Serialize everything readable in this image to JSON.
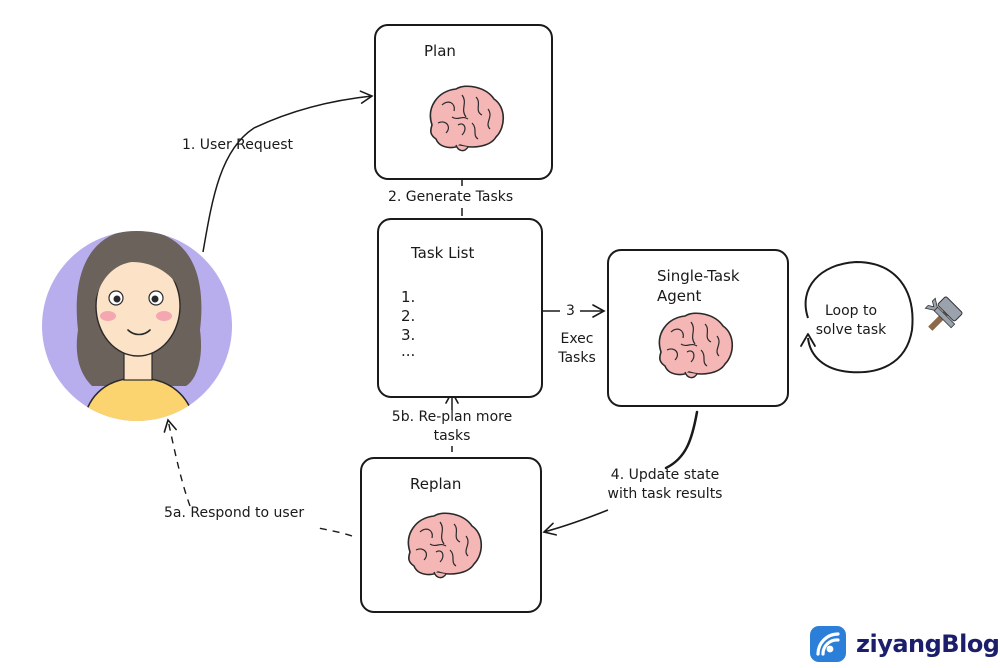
{
  "nodes": {
    "plan": {
      "title": "Plan"
    },
    "task_list": {
      "title": "Task List",
      "items": [
        "1.",
        "2.",
        "3.",
        "..."
      ]
    },
    "agent": {
      "title_line1": "Single-Task",
      "title_line2": "Agent"
    },
    "replan": {
      "title": "Replan"
    },
    "loop": {
      "line1": "Loop to",
      "line2": "solve task"
    }
  },
  "edges": {
    "user_request": "1. User Request",
    "generate_tasks": "2. Generate Tasks",
    "step3": "3",
    "exec_tasks_line1": "Exec",
    "exec_tasks_line2": "Tasks",
    "update_state_line1": "4. Update state",
    "update_state_line2": "with task results",
    "replan_more_line1": "5b. Re-plan more",
    "replan_more_line2": "tasks",
    "respond": "5a. Respond to user"
  },
  "brand": {
    "name": "ziyangBlog"
  },
  "icons": {
    "user": "user-avatar",
    "brain": "brain-icon",
    "tools": "tools-icon",
    "brand": "wifi-logo-icon"
  },
  "colors": {
    "avatar_bg": "#b9aeed",
    "brain": "#f5b6b6",
    "shirt": "#fbd470",
    "hair": "#6b625c",
    "brand": "#2b7fd9"
  }
}
